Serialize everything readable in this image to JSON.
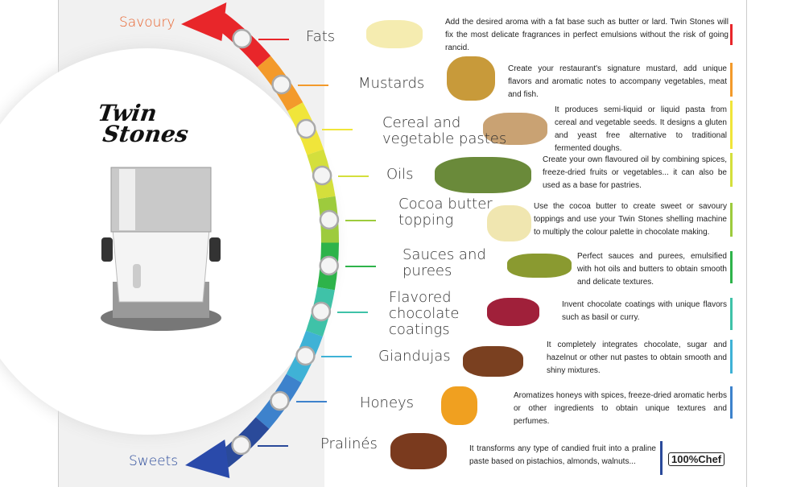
{
  "ends": {
    "top": "Savoury",
    "bottom": "Sweets"
  },
  "brand": {
    "logo": "Twin Stones",
    "badge": "100%Chef"
  },
  "items": [
    {
      "label": "Fats",
      "color": "#e8262a",
      "desc": "Add the desired aroma with a fat base such as butter or lard. Twin Stones will fix the most delicate fragrances in perfect emulsions without the risk of going rancid."
    },
    {
      "label": "Mustards",
      "color": "#f39a2b",
      "desc": "Create your restaurant's signature mustard, add unique flavors and aromatic notes to accompany vegetables, meat and fish."
    },
    {
      "label": "Cereal and vegetable pastes",
      "color": "#f0e53a",
      "desc": "It produces semi-liquid or liquid pasta from cereal and vegetable seeds. It designs a gluten and yeast free alternative to traditional fermented doughs."
    },
    {
      "label": "Oils",
      "color": "#d4df3c",
      "desc": "Create your own flavoured oil by combining spices, freeze-dried fruits or vegetables... it can also be used as a base for pastries."
    },
    {
      "label": "Cocoa butter topping",
      "color": "#9dcb3d",
      "desc": "Use the cocoa butter to create sweet or savoury toppings and use your Twin Stones shelling machine to multiply the colour palette in chocolate making."
    },
    {
      "label": "Sauces and purees",
      "color": "#2eb34a",
      "desc": "Perfect sauces and purees, emulsified with hot oils and butters to obtain smooth and delicate textures."
    },
    {
      "label": "Flavored chocolate coatings",
      "color": "#3fc2a8",
      "desc": "Invent chocolate coatings with unique flavors such as basil or curry."
    },
    {
      "label": "Giandujas",
      "color": "#3fb2d6",
      "desc": "It completely integrates chocolate, sugar and hazelnut or other nut pastes to obtain smooth and shiny mixtures."
    },
    {
      "label": "Honeys",
      "color": "#3d82cc",
      "desc": "Aromatizes honeys with spices, freeze-dried aromatic herbs or other ingredients to obtain unique textures and perfumes."
    },
    {
      "label": "Pralinés",
      "color": "#2a4a9a",
      "desc": "It transforms any type of candied fruit into a praline paste based on pistachios, almonds, walnuts..."
    }
  ]
}
